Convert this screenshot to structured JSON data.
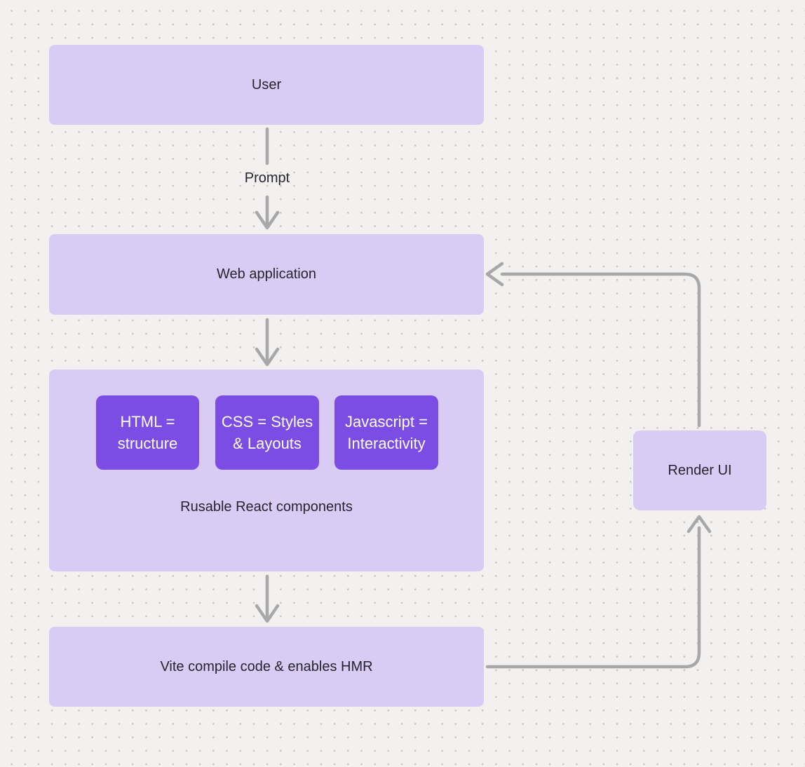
{
  "colors": {
    "canvas_bg": "#f2f1ef",
    "dot": "#c4c3c1",
    "node_fill": "#d9ccf4",
    "node_text": "#26242e",
    "accent_fill": "#7c4de4",
    "accent_text": "#ffffff",
    "connector": "#a8a8a8"
  },
  "nodes": {
    "user": {
      "label": "User"
    },
    "web_application": {
      "label": "Web application"
    },
    "components": {
      "label": "Rusable React components",
      "children": [
        {
          "label": "HTML = structure",
          "lines": [
            "HTML =",
            "structure"
          ]
        },
        {
          "label": "CSS = Styles & Layouts",
          "lines": [
            "CSS = Styles",
            "& Layouts"
          ]
        },
        {
          "label": "Javascript = Interactivity",
          "lines": [
            "Javascript =",
            "Interactivity"
          ]
        }
      ]
    },
    "vite": {
      "label": "Vite compile code & enables HMR"
    },
    "render_ui": {
      "label": "Render UI"
    }
  },
  "edges": [
    {
      "from": "user",
      "to": "web_application",
      "label": "Prompt",
      "direction": "down"
    },
    {
      "from": "web_application",
      "to": "components",
      "label": "",
      "direction": "down"
    },
    {
      "from": "components",
      "to": "vite",
      "label": "",
      "direction": "down"
    },
    {
      "from": "vite",
      "to": "render_ui",
      "label": "",
      "direction": "right-then-up"
    },
    {
      "from": "render_ui",
      "to": "web_application",
      "label": "",
      "direction": "up-then-left"
    }
  ]
}
